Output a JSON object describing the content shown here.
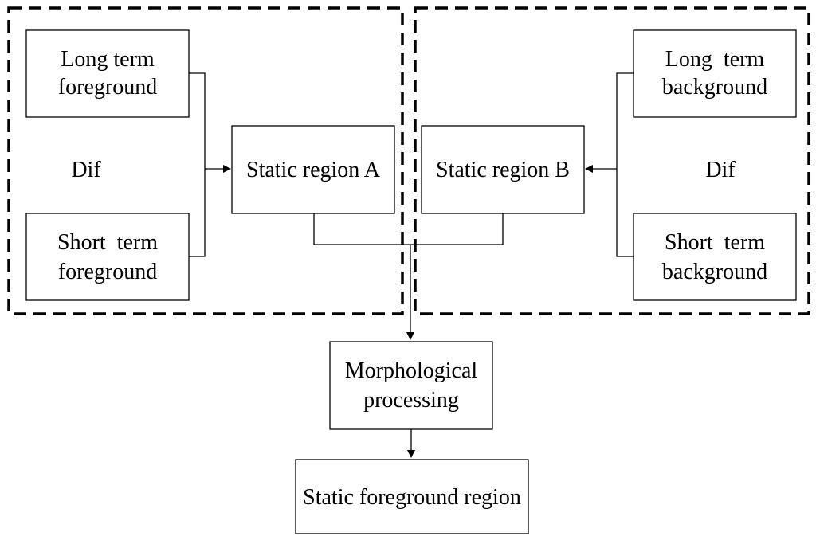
{
  "diagram": {
    "group_left": {
      "top_box": {
        "line1": "Long term",
        "line2": "foreground"
      },
      "operator": "Dif",
      "bottom_box": {
        "line1": "Short  term",
        "line2": "foreground"
      },
      "result_box": "Static region A"
    },
    "group_right": {
      "top_box": {
        "line1": "Long  term",
        "line2": "background"
      },
      "operator": "Dif",
      "bottom_box": {
        "line1": "Short  term",
        "line2": "background"
      },
      "result_box": "Static region B"
    },
    "morphology_box": {
      "line1": "Morphological",
      "line2": "processing"
    },
    "output_box": "Static foreground region"
  },
  "colors": {
    "stroke": "#000000",
    "background": "#ffffff"
  }
}
